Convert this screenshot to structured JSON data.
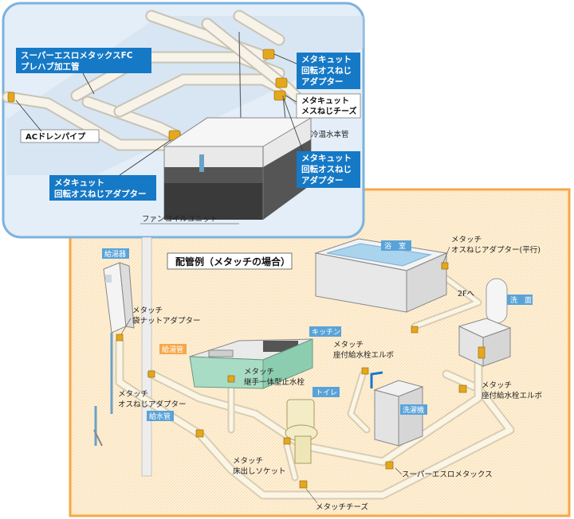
{
  "inset": {
    "labels": {
      "prehab_pipe": [
        "スーパーエスロメタックスFC",
        "プレハブ加工管"
      ],
      "ac_drain": "ACドレンパイプ",
      "rot_adapter_a": [
        "メタキュット",
        "回転オスねじ",
        "アダプター"
      ],
      "female_tee": [
        "メタキュット",
        "メスねじチーズ"
      ],
      "chilled_main": "冷温水本管",
      "rot_adapter_b": [
        "メタキュット",
        "回転オスねじ",
        "アダプター"
      ],
      "rot_adapter_c": [
        "メタキュット",
        "回転オスねじアダプター"
      ],
      "fan_coil": "ファンコイルユニット"
    }
  },
  "main": {
    "title": "配管例（メタッチの場合）",
    "rooms": {
      "bath": "浴　室",
      "kitchen": "キッチン",
      "toilet": "トイレ",
      "washroom": "洗　面",
      "washer": "洗濯機",
      "heater": "給湯器",
      "hot_pipe": "給湯管",
      "cold_pipe": "給水管"
    },
    "labels": {
      "bag_nut": [
        "メタッチ",
        "袋ナットアダプター"
      ],
      "male_adapter": [
        "メタッチ",
        "オスねじアダプター"
      ],
      "stopcock": [
        "メタッチ",
        "継手一体型止水栓"
      ],
      "floor_socket": [
        "メタッチ",
        "床出しソケット"
      ],
      "elbow_center": [
        "メタッチ",
        "座付給水栓エルボ"
      ],
      "male_parallel": [
        "メタッチ",
        "オスねじアダプター(平行)"
      ],
      "elbow_right": [
        "メタッチ",
        "座付給水栓エルボ"
      ],
      "to_2f": "2Fへ",
      "super_eslo": "スーパーエスロメタックス",
      "tee": "メタッチチーズ"
    }
  },
  "colors": {
    "inset_bg": "#e3eef8",
    "inset_border": "#7db2dd",
    "panel_bg": "#fde9c4",
    "panel_border": "#f5a84b",
    "callout_blue": "#1679c6",
    "fitting_gold": "#e5a81c",
    "room_tag_blue": "#5aa3d8"
  }
}
